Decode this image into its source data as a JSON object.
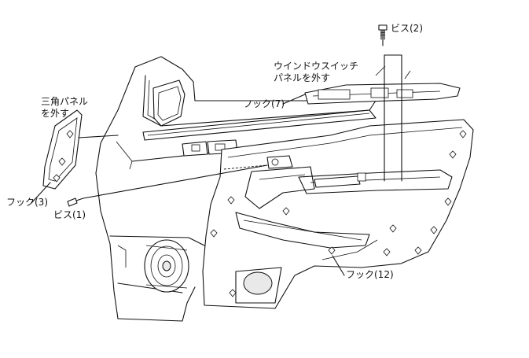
{
  "labels": {
    "screw_2": "ビス(2)",
    "switch_panel_line1": "ウインドウスイッチ",
    "switch_panel_line2": "パネルを外す",
    "hook_7": "フック(7)",
    "triangle_panel_line1": "三角パネル",
    "triangle_panel_line2": "を外す",
    "hook_3": "フック(3)",
    "screw_1": "ビス(1)",
    "hook_12": "フック(12)"
  }
}
